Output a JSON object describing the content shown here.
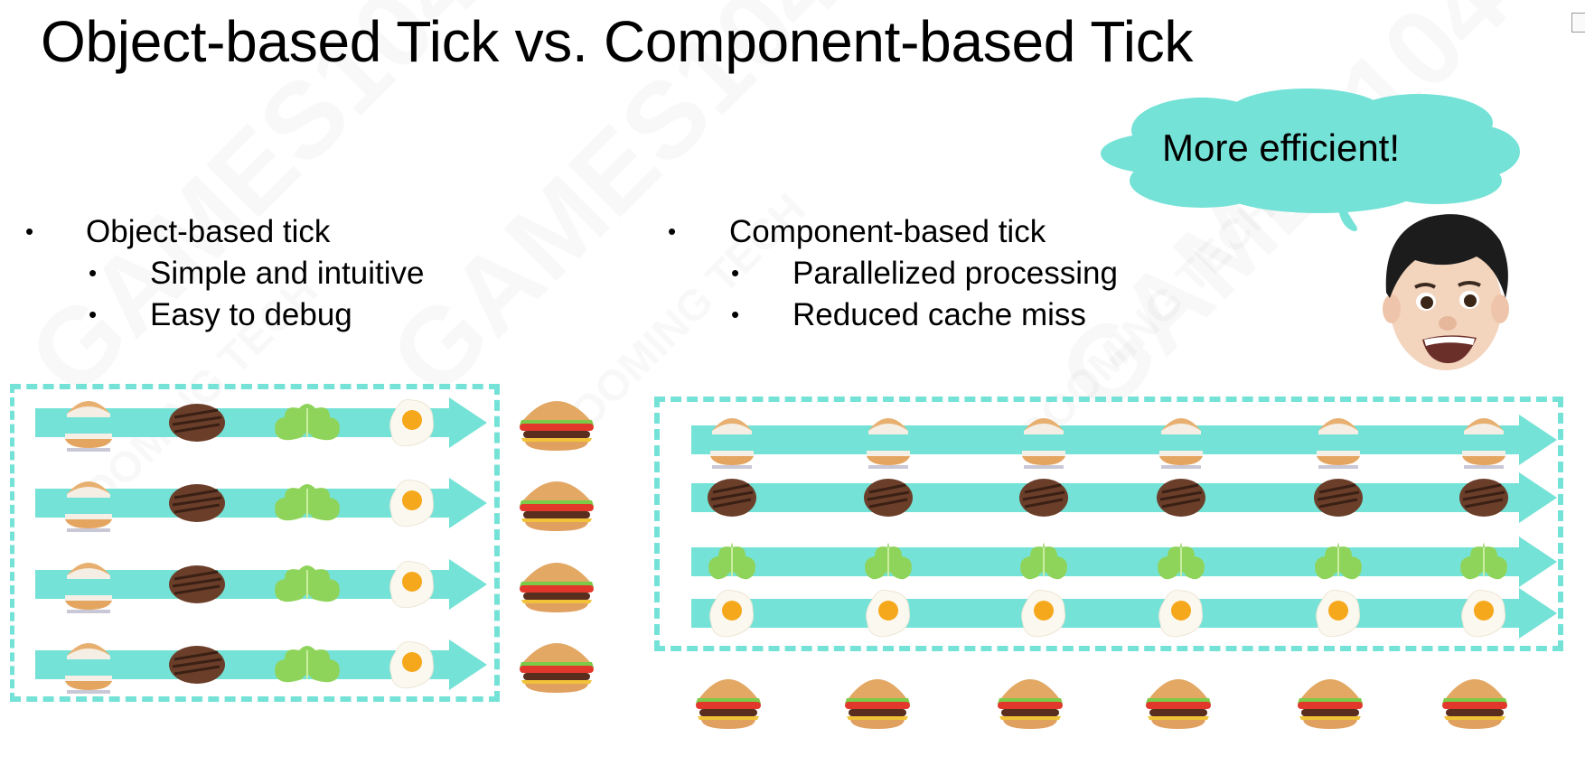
{
  "slide": {
    "title": "Object-based Tick vs. Component-based Tick",
    "accent_color": "#74e2d6",
    "watermarks": [
      "GAMES104",
      "BOOMING TECH"
    ]
  },
  "left": {
    "heading": "Object-based tick",
    "points": [
      "Simple and intuitive",
      "Easy to debug"
    ],
    "diagram": {
      "rows": [
        {
          "ingredients": [
            "bun",
            "patty",
            "lettuce",
            "egg"
          ],
          "result": "burger"
        },
        {
          "ingredients": [
            "bun",
            "patty",
            "lettuce",
            "egg"
          ],
          "result": "burger"
        },
        {
          "ingredients": [
            "bun",
            "patty",
            "lettuce",
            "egg"
          ],
          "result": "burger"
        },
        {
          "ingredients": [
            "bun",
            "patty",
            "lettuce",
            "egg"
          ],
          "result": "burger"
        }
      ]
    }
  },
  "right": {
    "heading": "Component-based tick",
    "points": [
      "Parallelized processing",
      "Reduced cache miss"
    ],
    "diagram": {
      "rows": [
        {
          "component": "bun",
          "count": 6
        },
        {
          "component": "patty",
          "count": 6
        },
        {
          "component": "lettuce",
          "count": 6
        },
        {
          "component": "egg",
          "count": 6
        }
      ],
      "results": {
        "item": "burger",
        "count": 6
      }
    }
  },
  "callout": {
    "text": "More efficient!",
    "speaker": "memoji-avatar"
  },
  "bullet_glyph": "•"
}
